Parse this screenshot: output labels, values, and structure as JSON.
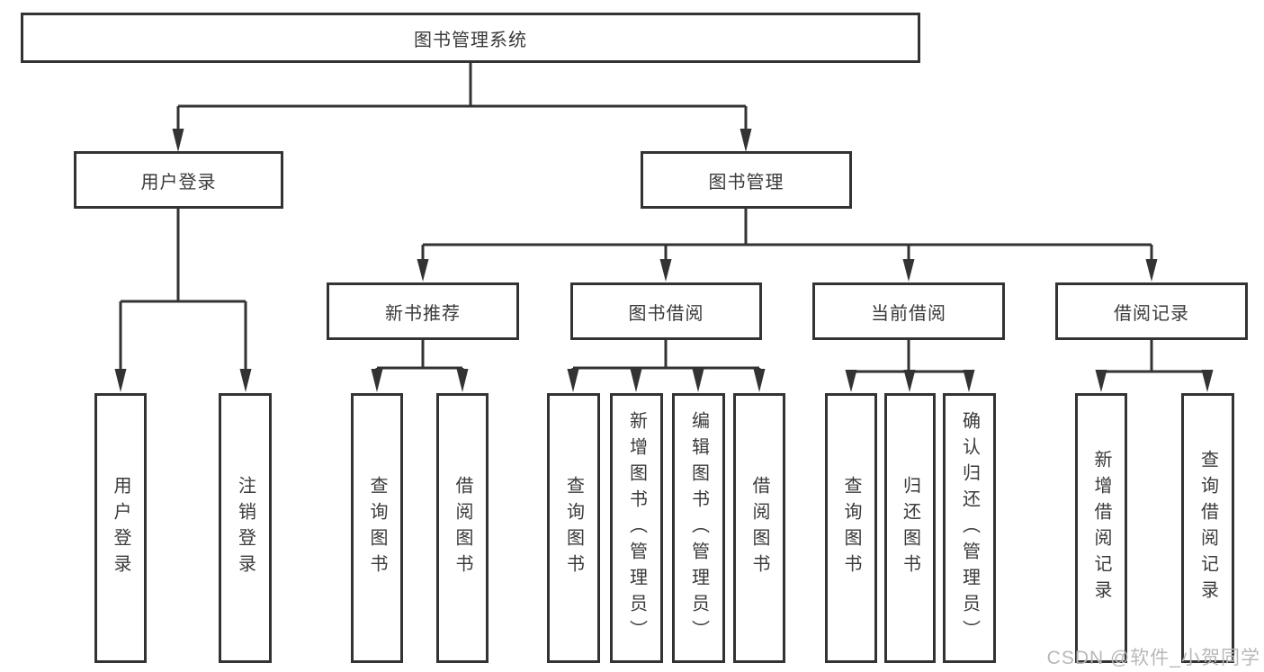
{
  "diagram": {
    "root": "图书管理系统",
    "children": [
      {
        "label": "用户登录",
        "children": [
          "用户登录",
          "注销登录"
        ]
      },
      {
        "label": "图书管理",
        "children": [
          {
            "label": "新书推荐",
            "children": [
              "查询图书",
              "借阅图书"
            ]
          },
          {
            "label": "图书借阅",
            "children": [
              "查询图书",
              "新增图书（管理员）",
              "编辑图书（管理员）",
              "借阅图书"
            ]
          },
          {
            "label": "当前借阅",
            "children": [
              "查询图书",
              "归还图书",
              "确认归还（管理员）"
            ]
          },
          {
            "label": "借阅记录",
            "children": [
              "新增借阅记录",
              "查询借阅记录"
            ]
          }
        ]
      }
    ]
  },
  "watermark": "CSDN @软件_小贺同学",
  "colors": {
    "line": "#333333",
    "box_border": "#333333",
    "box_background": "#ffffff",
    "text": "#3a3a3a",
    "watermark": "#b8b8b8"
  }
}
